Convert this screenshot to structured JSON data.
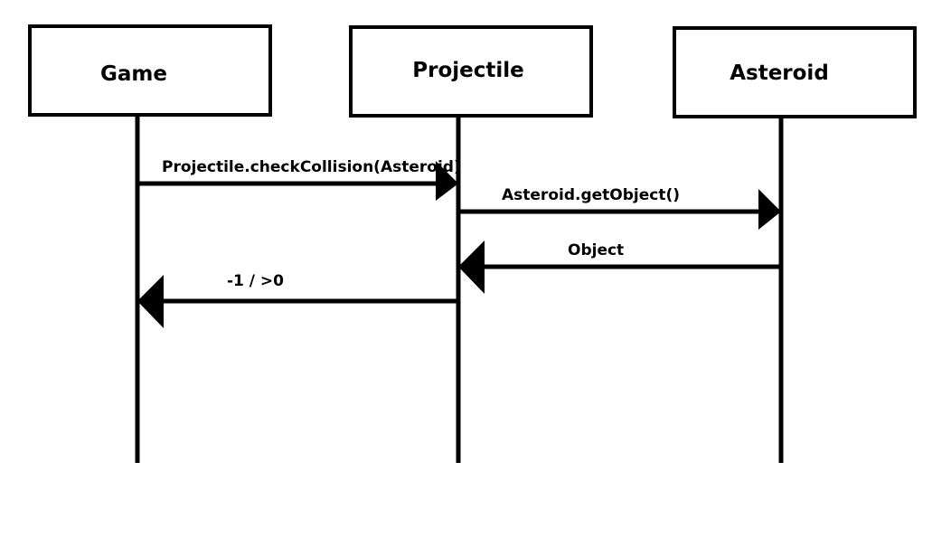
{
  "lifelines": [
    {
      "id": "game",
      "title": "Game"
    },
    {
      "id": "projectile",
      "title": "Projectile"
    },
    {
      "id": "asteroid",
      "title": "Asteroid"
    }
  ],
  "messages": [
    {
      "from": "game",
      "to": "projectile",
      "label": "Projectile.checkCollision(Asteroid)"
    },
    {
      "from": "projectile",
      "to": "asteroid",
      "label": "Asteroid.getObject()"
    },
    {
      "from": "asteroid",
      "to": "projectile",
      "label": "Object"
    },
    {
      "from": "projectile",
      "to": "game",
      "label": "-1 / >0"
    }
  ]
}
